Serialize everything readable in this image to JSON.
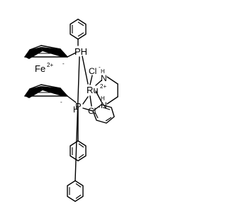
{
  "atoms": {
    "iron": "Fe",
    "iron_charge": "2+",
    "phosphine_top": "PH",
    "phosphine_bottom": "P",
    "phosphine_bottom_h": "H",
    "ruthenium": "Ru",
    "ruthenium_charge": "2+",
    "chloride_top": "Cl",
    "chloride_top_charge": "-",
    "chloride_bottom": "Cl",
    "chloride_bottom_charge": "-",
    "amine_top_h": "H",
    "amine_top_n": "N",
    "amine_bottom_h": "H",
    "amine_bottom_n": "N",
    "cp_top_charge": "-",
    "cp_bottom_charge": "-"
  },
  "colors": {
    "ink": "#000000",
    "background": "#ffffff"
  }
}
